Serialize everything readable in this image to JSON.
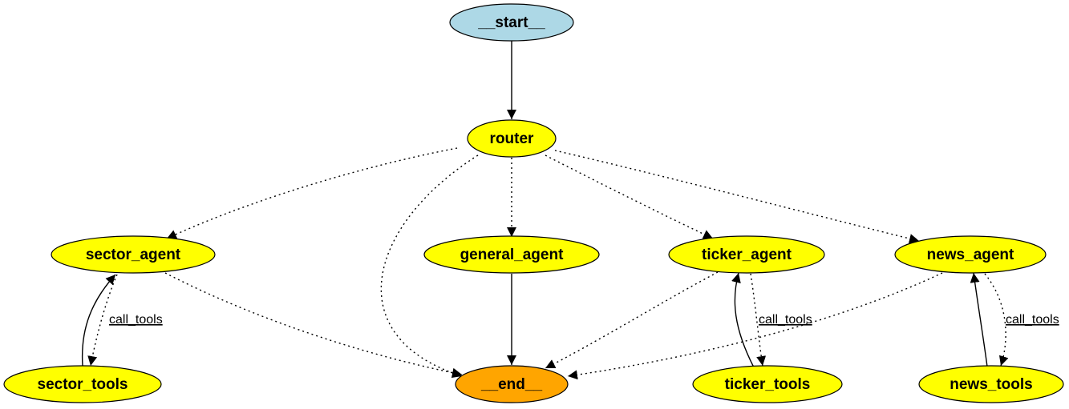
{
  "colors": {
    "start": "#add8e6",
    "end": "#ffa500",
    "default": "#ffff00",
    "stroke": "#000000"
  },
  "nodes": {
    "start": {
      "label": "__start__",
      "kind": "start"
    },
    "router": {
      "label": "router",
      "kind": "default"
    },
    "sector_agent": {
      "label": "sector_agent",
      "kind": "default"
    },
    "general_agent": {
      "label": "general_agent",
      "kind": "default"
    },
    "ticker_agent": {
      "label": "ticker_agent",
      "kind": "default"
    },
    "news_agent": {
      "label": "news_agent",
      "kind": "default"
    },
    "sector_tools": {
      "label": "sector_tools",
      "kind": "default"
    },
    "end": {
      "label": "__end__",
      "kind": "end"
    },
    "ticker_tools": {
      "label": "ticker_tools",
      "kind": "default"
    },
    "news_tools": {
      "label": "news_tools",
      "kind": "default"
    }
  },
  "edges": [
    {
      "from": "start",
      "to": "router",
      "style": "solid"
    },
    {
      "from": "router",
      "to": "sector_agent",
      "style": "dotted"
    },
    {
      "from": "router",
      "to": "end",
      "style": "dotted"
    },
    {
      "from": "router",
      "to": "general_agent",
      "style": "dotted"
    },
    {
      "from": "router",
      "to": "ticker_agent",
      "style": "dotted"
    },
    {
      "from": "router",
      "to": "news_agent",
      "style": "dotted"
    },
    {
      "from": "sector_agent",
      "to": "sector_tools",
      "style": "dotted",
      "label": "call_tools"
    },
    {
      "from": "sector_tools",
      "to": "sector_agent",
      "style": "solid"
    },
    {
      "from": "sector_agent",
      "to": "end",
      "style": "dotted"
    },
    {
      "from": "general_agent",
      "to": "end",
      "style": "solid"
    },
    {
      "from": "ticker_agent",
      "to": "ticker_tools",
      "style": "dotted",
      "label": "call_tools"
    },
    {
      "from": "ticker_tools",
      "to": "ticker_agent",
      "style": "solid"
    },
    {
      "from": "ticker_agent",
      "to": "end",
      "style": "dotted"
    },
    {
      "from": "news_agent",
      "to": "news_tools",
      "style": "dotted",
      "label": "call_tools"
    },
    {
      "from": "news_tools",
      "to": "news_agent",
      "style": "solid"
    },
    {
      "from": "news_agent",
      "to": "end",
      "style": "dotted"
    }
  ]
}
